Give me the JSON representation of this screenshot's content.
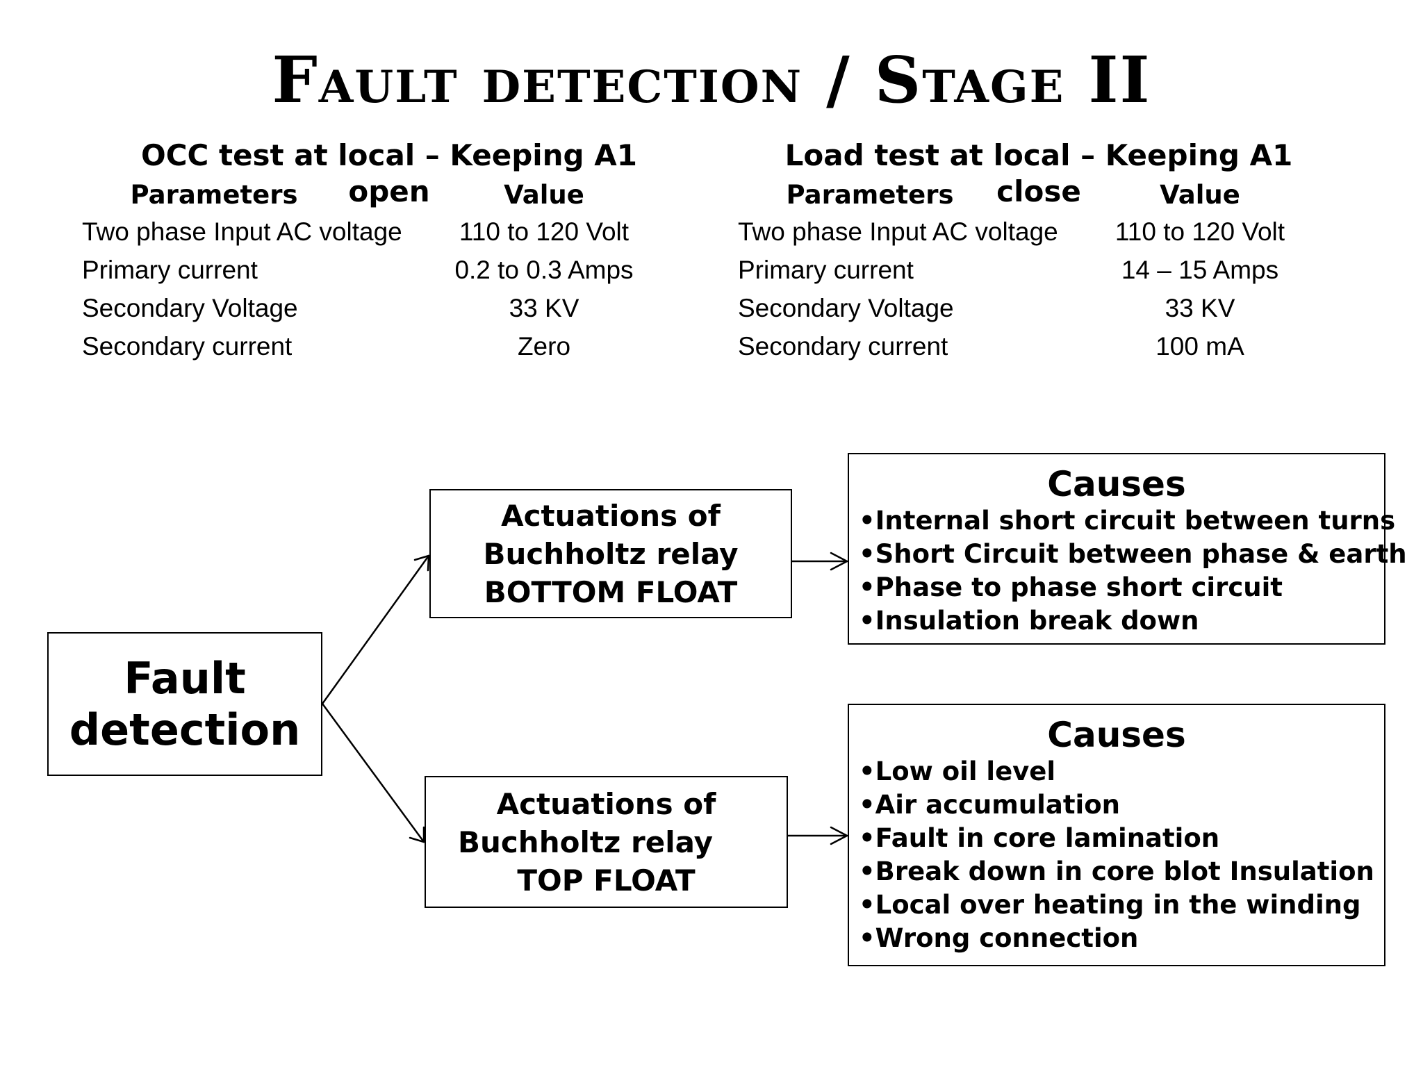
{
  "title": "Fault detection / Stage II",
  "occ_test": {
    "title": "OCC test at local – Keeping A1 open",
    "headers": [
      "Parameters",
      "Value"
    ],
    "rows": [
      [
        "Two phase Input AC voltage",
        "110 to 120 Volt"
      ],
      [
        "Primary current",
        "0.2 to 0.3 Amps"
      ],
      [
        "Secondary Voltage",
        "33 KV"
      ],
      [
        "Secondary current",
        "Zero"
      ]
    ]
  },
  "load_test": {
    "title": "Load test at local – Keeping A1 close",
    "headers": [
      "Parameters",
      "Value"
    ],
    "rows": [
      [
        "Two phase Input AC voltage",
        "110 to 120 Volt"
      ],
      [
        "Primary current",
        "14 – 15 Amps"
      ],
      [
        "Secondary Voltage",
        "33 KV"
      ],
      [
        "Secondary current",
        "100 mA"
      ]
    ]
  },
  "diagram": {
    "fault_box": {
      "lines": [
        "Fault",
        "detection"
      ]
    },
    "bottom_float_box": {
      "lines": [
        "Actuations of",
        "Buchholtz relay",
        "BOTTOM FLOAT"
      ]
    },
    "top_float_box": {
      "lines": [
        "Actuations of",
        "Buchholtz relay",
        "TOP FLOAT"
      ]
    },
    "causes_bottom": {
      "heading": "Causes",
      "items": [
        "Internal short circuit between turns",
        "Short Circuit between phase & earth",
        "Phase to phase short circuit",
        "Insulation break down"
      ]
    },
    "causes_top": {
      "heading": "Causes",
      "items": [
        "Low oil level",
        "Air accumulation",
        "Fault in core lamination",
        "Break down in core blot Insulation",
        "Local over heating in the winding",
        "Wrong connection"
      ]
    }
  }
}
